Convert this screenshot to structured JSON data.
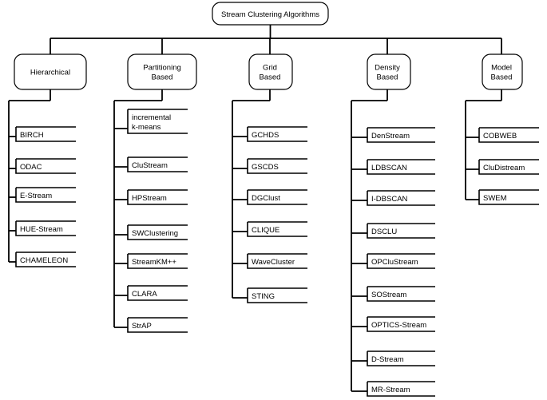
{
  "root": {
    "label": "Stream Clustering Algorithms"
  },
  "categories": [
    {
      "id": "hierarchical",
      "label": [
        "Hierarchical"
      ],
      "items": [
        [
          "BIRCH"
        ],
        [
          "ODAC"
        ],
        [
          "E-Stream"
        ],
        [
          "HUE-Stream"
        ],
        [
          "CHAMELEON"
        ]
      ]
    },
    {
      "id": "partitioning",
      "label": [
        "Partitioning",
        "Based"
      ],
      "items": [
        [
          "incremental",
          "k-means"
        ],
        [
          "CluStream"
        ],
        [
          "HPStream"
        ],
        [
          "SWClustering"
        ],
        [
          "StreamKM++"
        ],
        [
          "CLARA"
        ],
        [
          "StrAP"
        ]
      ]
    },
    {
      "id": "grid",
      "label": [
        "Grid",
        "Based"
      ],
      "items": [
        [
          "GCHDS"
        ],
        [
          "GSCDS"
        ],
        [
          "DGClust"
        ],
        [
          "CLIQUE"
        ],
        [
          "WaveCluster"
        ],
        [
          "STING"
        ]
      ]
    },
    {
      "id": "density",
      "label": [
        "Density",
        "Based"
      ],
      "items": [
        [
          "DenStream"
        ],
        [
          "LDBSCAN"
        ],
        [
          "I-DBSCAN"
        ],
        [
          "DSCLU"
        ],
        [
          "OPCluStream"
        ],
        [
          "SOStream"
        ],
        [
          "OPTICS-Stream"
        ],
        [
          "D-Stream"
        ],
        [
          "MR-Stream"
        ]
      ]
    },
    {
      "id": "model",
      "label": [
        "Model",
        "Based"
      ],
      "items": [
        [
          "COBWEB"
        ],
        [
          "CluDistream"
        ],
        [
          "SWEM"
        ]
      ]
    }
  ]
}
